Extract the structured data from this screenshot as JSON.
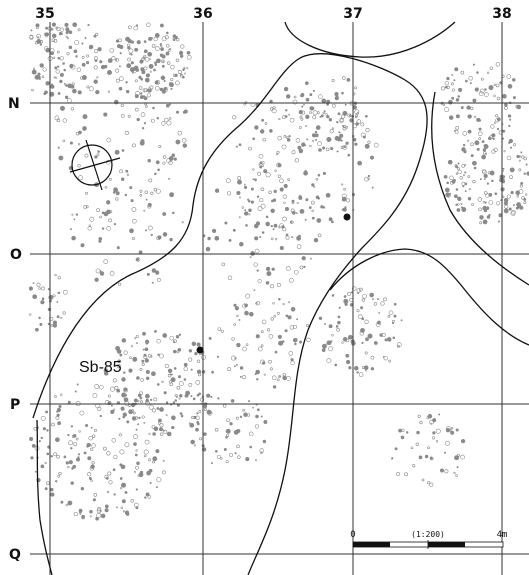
{
  "grid": {
    "columns": [
      "35",
      "36",
      "37",
      "38"
    ],
    "rows": [
      "N",
      "O",
      "P",
      "Q"
    ]
  },
  "features": {
    "pit_label": "Sb-85"
  },
  "scale_bar": {
    "start": "0",
    "ratio": "(1:200)",
    "end": "4m"
  },
  "colors": {
    "line": "#111111",
    "grid": "#333333",
    "stipple": "#8a8a8a"
  }
}
